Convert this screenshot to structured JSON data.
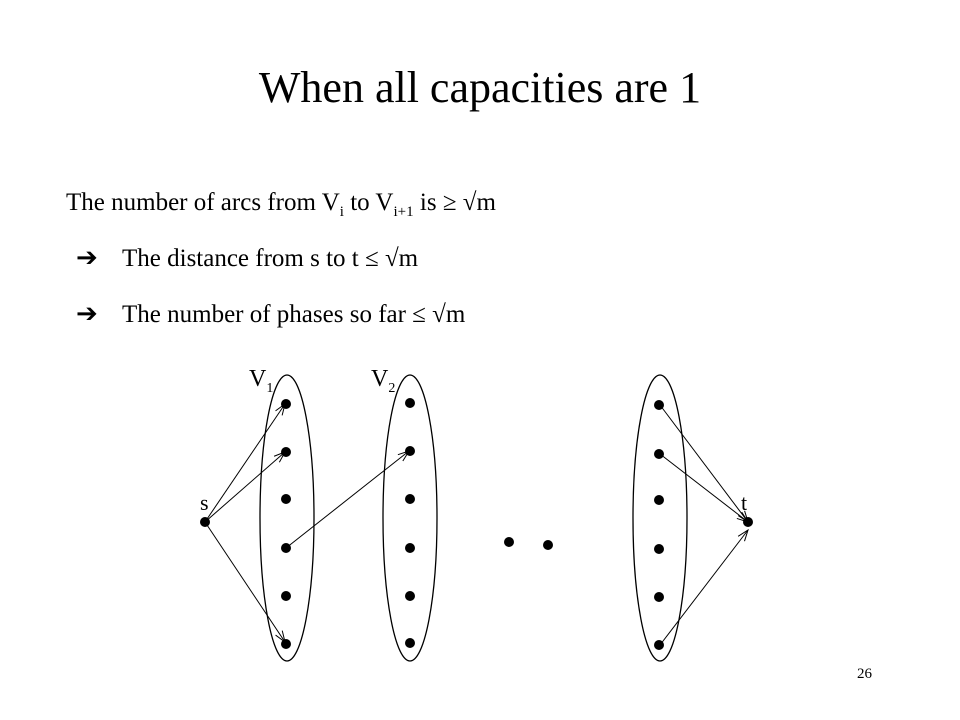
{
  "slide": {
    "title": "When all capacities are 1",
    "page_number": "26",
    "line1": {
      "a": "The number of arcs from V",
      "sub1": "i",
      "b": " to V",
      "sub2": "i+1",
      "c": " is ≥ √m"
    },
    "line2": {
      "arrow": "➔",
      "text": "The distance from s to t ≤ √m"
    },
    "line3": {
      "arrow": "➔",
      "text": "The number of phases so far ≤ √m"
    }
  },
  "diagram": {
    "labels": {
      "v1": "V",
      "v1_sub": "1",
      "v2": "V",
      "v2_sub": "2",
      "s": "s",
      "t": "t"
    }
  }
}
